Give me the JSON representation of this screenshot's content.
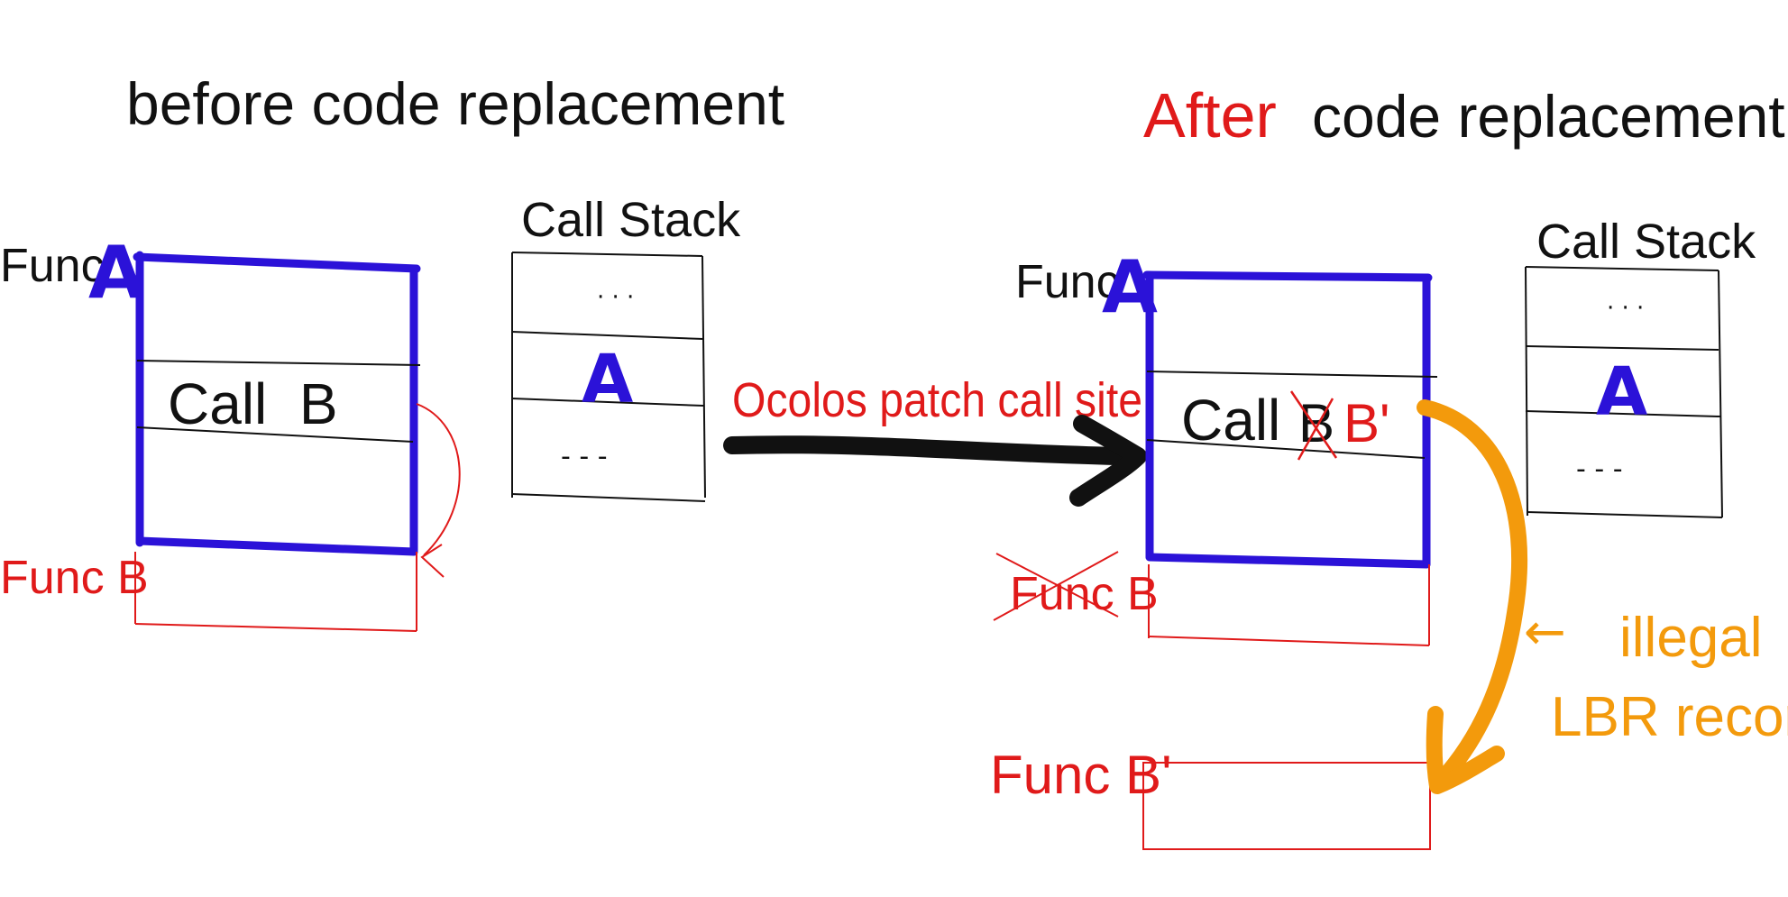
{
  "titles": {
    "before": "before code replacement",
    "after_prefix": "After",
    "after_rest": "code replacement"
  },
  "left": {
    "func_a_prefix": "Func",
    "func_a_letter": "A",
    "call_label": "Call  B",
    "func_b_label": "Func B",
    "call_stack_title": "Call Stack",
    "stack_top": "· · ·",
    "stack_mid": "A",
    "stack_bottom": "- - -"
  },
  "transition": {
    "label": "Ocolos patch call site"
  },
  "right": {
    "func_a_prefix": "Func",
    "func_a_letter": "A",
    "call_text": "Call",
    "call_old": "B",
    "call_new": "B'",
    "func_b_label": "Func B",
    "func_b_prime_label": "Func B'",
    "call_stack_title": "Call Stack",
    "stack_top": "· · ·",
    "stack_mid": "A",
    "stack_bottom": "- - -",
    "illegal_arrow": "←",
    "illegal_line1": "illegal",
    "illegal_line2": "LBR recor"
  },
  "colors": {
    "ink": "#111111",
    "blue": "#2b12d8",
    "red": "#e01a1a",
    "orange": "#f39a0c"
  }
}
